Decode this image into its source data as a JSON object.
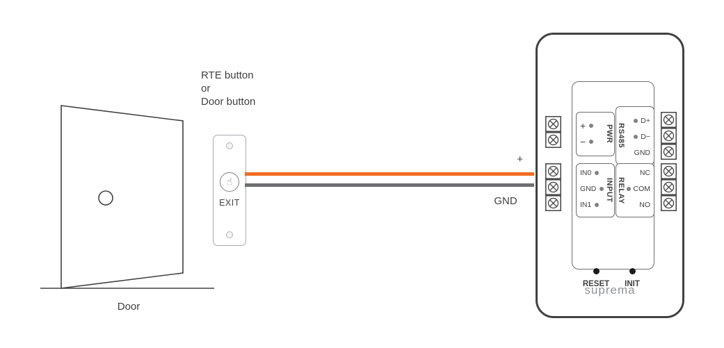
{
  "labels": {
    "rte": [
      "RTE button",
      "or",
      "Door button"
    ],
    "door": "Door",
    "exit": "EXIT",
    "hand_glyph": "☝",
    "wire_positive": "+",
    "wire_ground": "GND"
  },
  "colors": {
    "wire_positive": "#F26C23",
    "wire_ground": "#6E6F72",
    "line": "#414042"
  },
  "device": {
    "blocks": [
      {
        "name": "PWR",
        "terminals": [
          "+",
          "−"
        ]
      },
      {
        "name": "RS485",
        "terminals": [
          "D+",
          "D−",
          "GND"
        ]
      },
      {
        "name": "INPUT",
        "terminals": [
          "IN0",
          "GND",
          "IN1"
        ]
      },
      {
        "name": "RELAY",
        "terminals": [
          "NC",
          "COM",
          "NO"
        ]
      }
    ],
    "reset_label": "RESET",
    "init_label": "INIT",
    "brand": "suprema"
  }
}
